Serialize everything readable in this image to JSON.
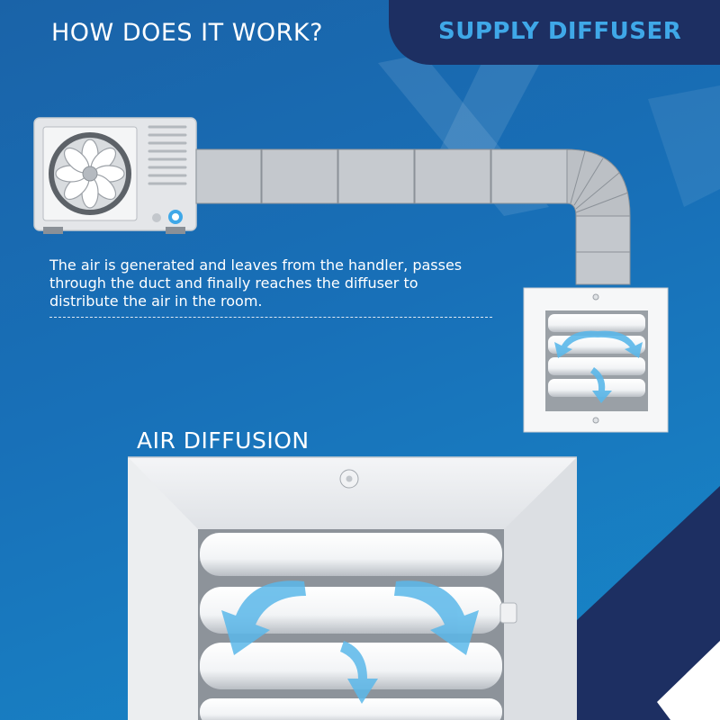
{
  "header": {
    "how_title": "HOW DOES IT WORK?",
    "badge_label": "SUPPLY DIFFUSER"
  },
  "description": "The air is generated and leaves from the handler, passes through the duct and finally reaches the diffuser to distribute the air in the room.",
  "section": {
    "diffusion_title": "AIR DIFFUSION"
  },
  "colors": {
    "background_blue": "#1870b8",
    "badge_navy": "#1d2f62",
    "badge_text": "#3fa8e8",
    "arrow_blue": "#5bb8ea",
    "duct_gray": "#bfc4c9"
  },
  "icons": [
    "ac-outdoor-unit-icon",
    "duct-icon",
    "small-diffuser-icon",
    "large-diffuser-icon",
    "airflow-arrow-icon",
    "screw-icon"
  ]
}
